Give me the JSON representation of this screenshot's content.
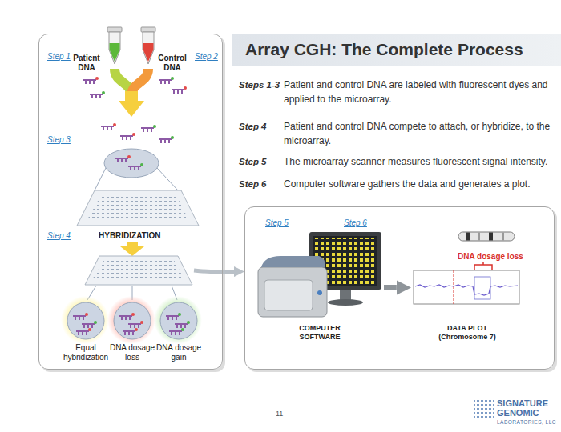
{
  "diagram": {
    "title": "Array CGH: The Complete Process",
    "nodes": [
      {
        "text": [
          "Step 1",
          "Patient DNA",
          "Control DNA",
          "Step 2",
          "Step 3",
          "Step 4",
          "HYBRIDIZATION"
        ]
      },
      {
        "text": [
          "Equal hybridization"
        ],
        "in": 0
      },
      {
        "text": [
          "DNA dosage loss"
        ],
        "in": 0
      },
      {
        "text": [
          "DNA dosage gain"
        ],
        "in": 0
      },
      {
        "text": [
          "Step 5",
          "Step 6"
        ]
      },
      {
        "text": [
          "COMPUTER SOFTWARE"
        ],
        "in": 4
      },
      {
        "text": [
          "DNA dosage loss",
          "DATA PLOT (Chromosome 7)"
        ],
        "in": 4
      }
    ],
    "edges": [
      {
        "from": 0,
        "to": 4,
        "arrow": "to"
      },
      {
        "from": 5,
        "to": 6,
        "arrow": "to"
      }
    ],
    "labels": [
      "Steps 1-3",
      "Patient and control DNA are labeled with fluorescent dyes and applied to the microarray.",
      "Step 4",
      "Patient and control DNA compete to attach, or hybridize, to the microarray.",
      "Step 5",
      "The microarray scanner measures fluorescent signal intensity.",
      "Step 6",
      "Computer software gathers the data and generates a plot.",
      "11",
      "SIGNATURE",
      "GENOMIC",
      "LABORATORIES, LLC"
    ]
  }
}
